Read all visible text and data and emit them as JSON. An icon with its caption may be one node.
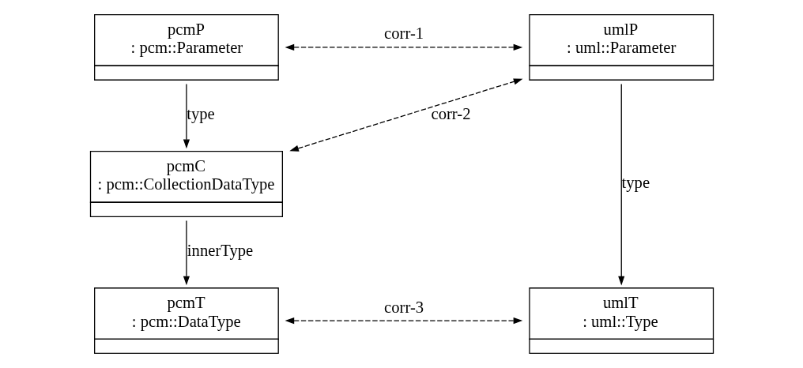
{
  "diagram": {
    "nodes": [
      {
        "text": [
          "pcmP",
          ": pcm::Parameter"
        ]
      },
      {
        "text": [
          "umlP",
          ": uml::Parameter"
        ]
      },
      {
        "text": [
          "pcmC",
          ": pcm::CollectionDataType"
        ]
      },
      {
        "text": [
          "pcmT",
          ": pcm::DataType"
        ]
      },
      {
        "text": [
          "umlT",
          ": uml::Type"
        ]
      }
    ],
    "edges": [
      {
        "from": 0,
        "to": 1,
        "arrow": "both",
        "style": "dashed",
        "label": "corr-1"
      },
      {
        "from": 0,
        "to": 2,
        "arrow": "to",
        "label": "type"
      },
      {
        "from": 2,
        "to": 1,
        "arrow": "both",
        "style": "dashed",
        "label": "corr-2"
      },
      {
        "from": 1,
        "to": 4,
        "arrow": "to",
        "label": "type"
      },
      {
        "from": 2,
        "to": 3,
        "arrow": "to",
        "label": "innerType"
      },
      {
        "from": 3,
        "to": 4,
        "arrow": "both",
        "style": "dashed",
        "label": "corr-3"
      }
    ]
  }
}
